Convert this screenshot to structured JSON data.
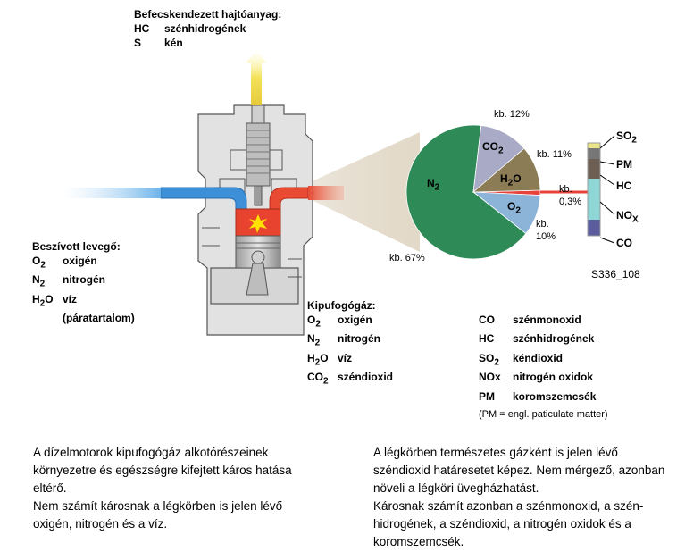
{
  "fuel": {
    "title": "Befecskendezett hajtóanyag:",
    "items": [
      {
        "sym": "HC",
        "name": "szénhidrogének"
      },
      {
        "sym": "S",
        "name": "kén"
      }
    ]
  },
  "intake": {
    "title": "Beszívott levegő:",
    "items": [
      {
        "sym_base": "O",
        "sym_sub": "2",
        "sym_tail": "",
        "name": "oxigén"
      },
      {
        "sym_base": "N",
        "sym_sub": "2",
        "sym_tail": "",
        "name": "nitrogén"
      },
      {
        "sym_base": "H",
        "sym_sub": "2",
        "sym_tail": "O",
        "name": "víz"
      }
    ],
    "note": "(páratartalom)"
  },
  "exhaust": {
    "title": "Kipufogógáz:",
    "items": [
      {
        "sym_base": "O",
        "sym_sub": "2",
        "sym_tail": "",
        "name": "oxigén"
      },
      {
        "sym_base": "N",
        "sym_sub": "2",
        "sym_tail": "",
        "name": "nitrogén"
      },
      {
        "sym_base": "H",
        "sym_sub": "2",
        "sym_tail": "O",
        "name": "víz"
      },
      {
        "sym_base": "CO",
        "sym_sub": "2",
        "sym_tail": "",
        "name": "széndioxid"
      }
    ]
  },
  "pollutants": {
    "items": [
      {
        "sym_base": "CO",
        "sym_sub": "",
        "name": "szénmonoxid"
      },
      {
        "sym_base": "HC",
        "sym_sub": "",
        "name": "szénhidrogének"
      },
      {
        "sym_base": "SO",
        "sym_sub": "2",
        "name": "kéndioxid"
      },
      {
        "sym_base": "NOx",
        "sym_sub": "",
        "name": "nitrogén oxidok"
      },
      {
        "sym_base": "PM",
        "sym_sub": "",
        "name": "koromszemcsék"
      }
    ],
    "note": "(PM = engl. paticulate matter)"
  },
  "pie": {
    "slices": [
      {
        "label_base": "N",
        "label_sub": "2",
        "label_tail": "",
        "pct_label": "kb. 67%",
        "value": 67,
        "color": "#2e8b57"
      },
      {
        "label_base": "CO",
        "label_sub": "2",
        "label_tail": "",
        "pct_label": "kb. 12%",
        "value": 12,
        "color": "#a9abc6"
      },
      {
        "label_base": "H",
        "label_sub": "2",
        "label_tail": "O",
        "pct_label": "kb. 11%",
        "value": 11,
        "color": "#8b7c55"
      },
      {
        "label_base": "",
        "label_sub": "",
        "label_tail": "",
        "pct_label": "kb. 0,3%",
        "value": 0.3,
        "color": "#e8433a"
      },
      {
        "label_base": "O",
        "label_sub": "2",
        "label_tail": "",
        "pct_label": "kb. 10%",
        "value": 10,
        "color": "#8cb4d8"
      }
    ]
  },
  "bar": {
    "segments": [
      {
        "label_base": "SO",
        "label_sub": "2",
        "color": "#ece58a"
      },
      {
        "label_base": "PM",
        "label_sub": "",
        "color": "#777777"
      },
      {
        "label_base": "HC",
        "label_sub": "",
        "color": "#6e5f55"
      },
      {
        "label_base": "NO",
        "label_sub": "X",
        "color": "#8fd6d7"
      },
      {
        "label_base": "CO",
        "label_sub": "",
        "color": "#5a5c9e"
      }
    ]
  },
  "figure_id": "S336_108",
  "text_left": "A dízelmotorok kipufogógáz alkotórészeinek környezetre és egészségre kifejtett káros hatása eltérő.\nNem számít károsnak a légkörben is jelen lévő oxigén, nitrogén és a víz.",
  "text_right": "A légkörben természetes gázként is jelen lévő széndioxid határesetet képez. Nem mérgező, azonban növeli a légköri üvegházhatást.\nKárosnak számít azonban a szénmonoxid, a szén-hidrogének, a széndioxid, a nitrogén oxidok és a koromszemcsék."
}
